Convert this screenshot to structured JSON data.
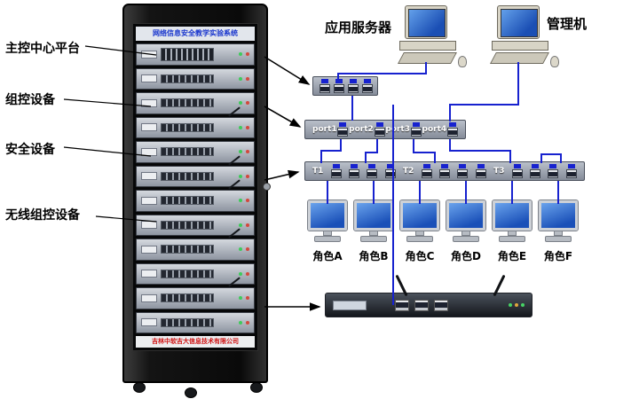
{
  "rack": {
    "title": "网络信息安全教学实验系统",
    "company": "吉林中软吉大信息技术有限公司"
  },
  "left_labels": [
    {
      "text": "主控中心平台"
    },
    {
      "text": "组控设备"
    },
    {
      "text": "安全设备"
    },
    {
      "text": "无线组控设备"
    }
  ],
  "servers": {
    "app_server_label": "应用服务器",
    "manager_label": "管理机"
  },
  "port_bar": [
    "port1",
    "port2",
    "port3",
    "port4"
  ],
  "t_bar": [
    "T1",
    "T2",
    "T3"
  ],
  "roles": [
    "角色A",
    "角色B",
    "角色C",
    "角色D",
    "角色E",
    "角色F"
  ],
  "colors": {
    "wire": "#1722cf",
    "arrow": "#000000",
    "rack_title_text": "#1734cd",
    "rack_company_text": "#cf1212"
  }
}
